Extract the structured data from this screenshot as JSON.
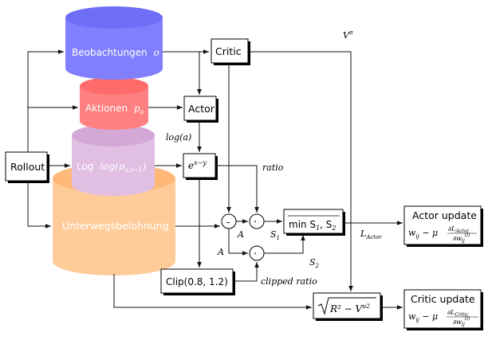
{
  "nodes": {
    "observations": "Beobachtungen",
    "observations_sym": "o",
    "actions": "Aktionen",
    "actions_sym": "p",
    "actions_sub": "a",
    "log": "Log",
    "log_expr": "log(p",
    "log_sub": "a,t−1",
    "log_close": ")",
    "reward": "Unterwegsbelohnung",
    "reward_sym": "R",
    "rollout": "Rollout",
    "critic": "Critic",
    "actor": "Actor",
    "exp_base": "e",
    "exp_pow": "x−y",
    "clip": "Clip(0.8, 1.2)",
    "min_expr": "min S",
    "min_s1": "1",
    "min_mid": ", S",
    "min_s2": "2",
    "minus": "-",
    "dot": "·",
    "sqrt_expr": "R² − V",
    "sqrt_pow": "π2",
    "actor_update_title": "Actor update",
    "critic_update_title": "Critic update",
    "update_lhs": "w",
    "update_sub": "ij",
    "update_minus": " − μ",
    "frac_num_actor": "∂L",
    "frac_num_actor_sub": "Actor",
    "frac_num_critic": "∂L",
    "frac_num_critic_sub": "Critic",
    "frac_den": "∂w",
    "frac_den_sub": "ij",
    "frac_den_sup": "(l)"
  },
  "labels": {
    "v_pi": "V",
    "v_pi_sup": "π",
    "log_a": "log(a)",
    "ratio": "ratio",
    "clipped_ratio": "clipped ratio",
    "a1": "A",
    "a2": "A",
    "s1": "S",
    "s1_sub": "1",
    "s2": "S",
    "s2_sub": "2",
    "l_actor": "L",
    "l_actor_sub": "Actor"
  },
  "colors": {
    "observations": "#8080ff",
    "actions": "#ff8080",
    "log": "#e0bfe2",
    "reward": "#ffcc99",
    "text_on_fill": "#ffffff"
  }
}
